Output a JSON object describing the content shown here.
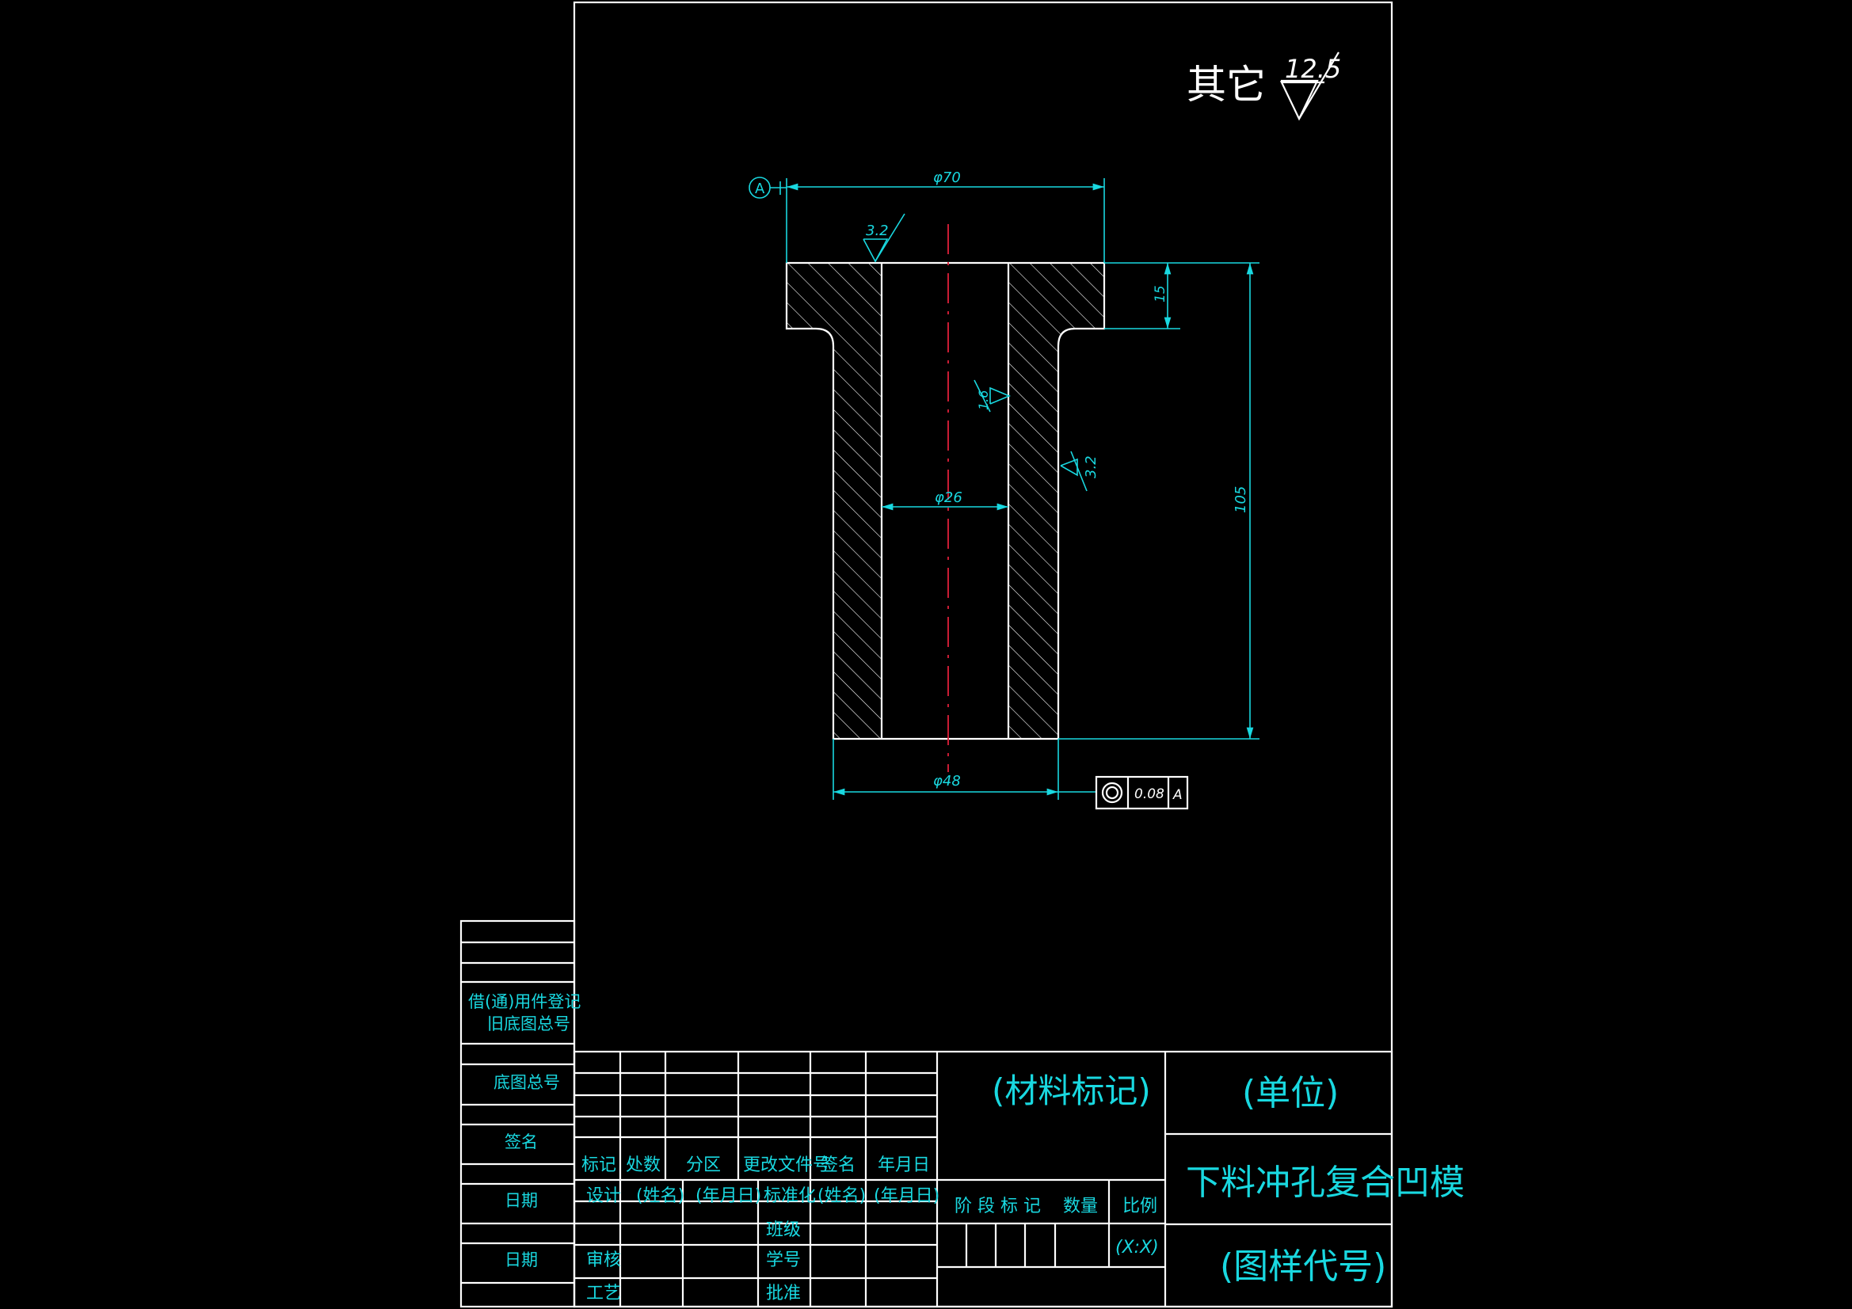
{
  "drawing": {
    "roughness_note_label": "其它",
    "roughness_general": "12.5",
    "roughness_top_face": "3.2",
    "roughness_bore": "1.6",
    "roughness_outer": "3.2",
    "datum_label": "A",
    "dim_flange_dia": "φ70",
    "dim_bore_dia": "φ26",
    "dim_shaft_dia": "φ48",
    "dim_flange_thk": "15",
    "dim_total_len": "105",
    "tolerance": {
      "symbol": "◎",
      "value": "0.08",
      "datum": "A"
    }
  },
  "title_block": {
    "material": "(材料标记)",
    "unit": "(单位)",
    "part_name": "下料冲孔复合凹模",
    "drawing_code": "(图样代号)",
    "row_labels": [
      "标记",
      "处数",
      "分区",
      "更改文件号",
      "签名",
      "年月日"
    ],
    "design_row": [
      "设计",
      "(姓名)",
      "(年月日)",
      "标准化",
      "(姓名)",
      "(年月日)"
    ],
    "review_label": "审核",
    "process_label": "工艺",
    "class_label": "班级",
    "student_no_label": "学号",
    "approve_label": "批准",
    "stage_label": "阶 段 标 记",
    "qty_label": "数量",
    "scale_label": "比例",
    "scale_value": "(X:X)"
  },
  "side_block": {
    "borrow_label": "借(通)用件登记",
    "old_drawing_label": "旧底图总号",
    "base_drawing_label": "底图总号",
    "signature_label": "签名",
    "date_label_1": "日期",
    "date_label_2": "日期"
  },
  "colors": {
    "background": "#000000",
    "line": "#ffffff",
    "dimension": "#19d8e0",
    "centerline": "#e0203a"
  }
}
